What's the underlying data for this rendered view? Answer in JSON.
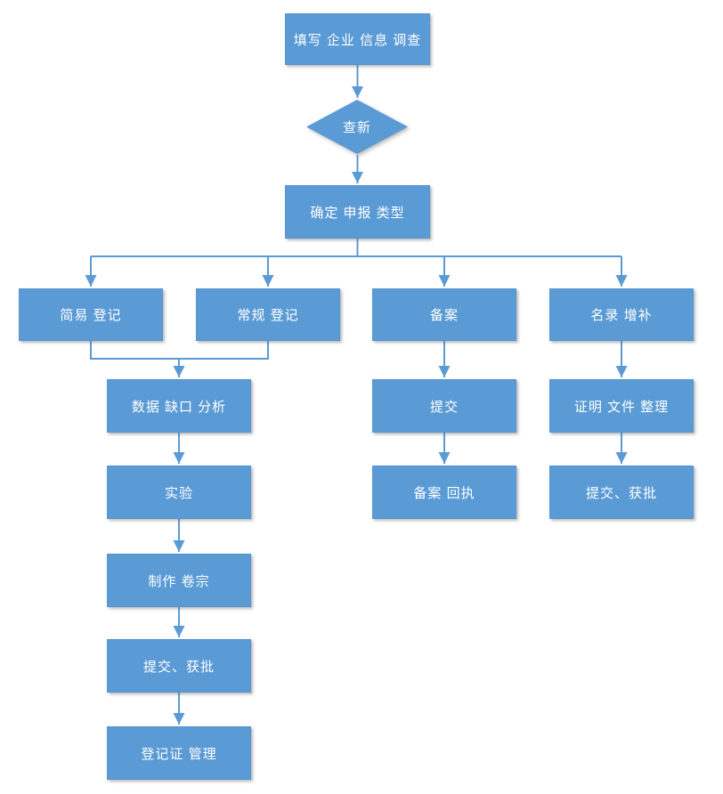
{
  "diagram": {
    "type": "flowchart",
    "background_color": "#ffffff",
    "colors": {
      "node_fill": "#5b9bd5",
      "node_text": "#ffffff",
      "connector": "#5b9bd5"
    },
    "nodes": {
      "start": {
        "label": "填写 企业 信息 调查",
        "shape": "rect"
      },
      "novelty_check": {
        "label": "查新",
        "shape": "diamond"
      },
      "determine_type": {
        "label": "确定 申报 类型",
        "shape": "rect"
      },
      "simple_registration": {
        "label": "简易 登记",
        "shape": "rect"
      },
      "regular_registration": {
        "label": "常规 登记",
        "shape": "rect"
      },
      "record_filing": {
        "label": "备案",
        "shape": "rect"
      },
      "inventory_supplement": {
        "label": "名录 增补",
        "shape": "rect"
      },
      "data_gap_analysis": {
        "label": "数据 缺口 分析",
        "shape": "rect"
      },
      "experiment": {
        "label": "实验",
        "shape": "rect"
      },
      "dossier_preparation": {
        "label": "制作 卷宗",
        "shape": "rect"
      },
      "submit_approval_registration": {
        "label": "提交、获批",
        "shape": "rect"
      },
      "certificate_management": {
        "label": "登记证 管理",
        "shape": "rect"
      },
      "submit_filing": {
        "label": "提交",
        "shape": "rect"
      },
      "filing_receipt": {
        "label": "备案 回执",
        "shape": "rect"
      },
      "proof_document_sorting": {
        "label": "证明 文件 整理",
        "shape": "rect"
      },
      "submit_approval_supplement": {
        "label": "提交、获批",
        "shape": "rect"
      }
    },
    "edges": [
      {
        "from": "start",
        "to": "novelty_check"
      },
      {
        "from": "novelty_check",
        "to": "determine_type"
      },
      {
        "from": "determine_type",
        "to": "simple_registration"
      },
      {
        "from": "determine_type",
        "to": "regular_registration"
      },
      {
        "from": "determine_type",
        "to": "record_filing"
      },
      {
        "from": "determine_type",
        "to": "inventory_supplement"
      },
      {
        "from": "simple_registration",
        "to": "data_gap_analysis"
      },
      {
        "from": "regular_registration",
        "to": "data_gap_analysis"
      },
      {
        "from": "data_gap_analysis",
        "to": "experiment"
      },
      {
        "from": "experiment",
        "to": "dossier_preparation"
      },
      {
        "from": "dossier_preparation",
        "to": "submit_approval_registration"
      },
      {
        "from": "submit_approval_registration",
        "to": "certificate_management"
      },
      {
        "from": "record_filing",
        "to": "submit_filing"
      },
      {
        "from": "submit_filing",
        "to": "filing_receipt"
      },
      {
        "from": "inventory_supplement",
        "to": "proof_document_sorting"
      },
      {
        "from": "proof_document_sorting",
        "to": "submit_approval_supplement"
      }
    ]
  }
}
